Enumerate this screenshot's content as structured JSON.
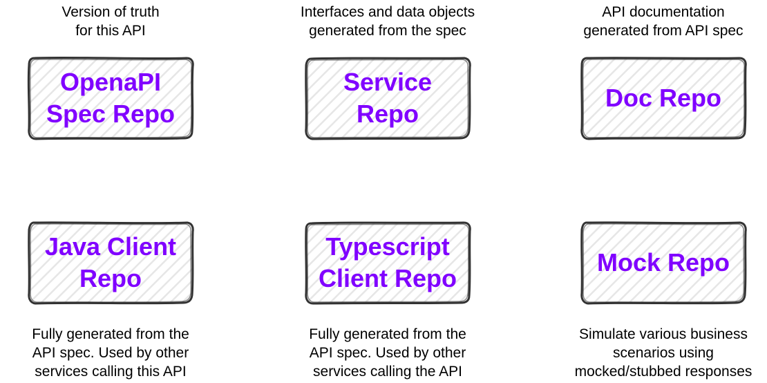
{
  "diagram": {
    "nodes": [
      {
        "id": "openapi",
        "label": "OpenaPI\nSpec Repo",
        "caption": "Version of truth\nfor this API",
        "caption_position": "above"
      },
      {
        "id": "service",
        "label": "Service\nRepo",
        "caption": "Interfaces and data objects\ngenerated from the spec",
        "caption_position": "above"
      },
      {
        "id": "doc",
        "label": "Doc Repo",
        "caption": "API documentation\ngenerated from API spec",
        "caption_position": "above"
      },
      {
        "id": "java",
        "label": "Java Client\nRepo",
        "caption": "Fully generated from the\nAPI spec. Used by other\nservices calling this API",
        "caption_position": "below"
      },
      {
        "id": "typescript",
        "label": "Typescript\nClient Repo",
        "caption": "Fully generated from the\nAPI spec. Used by other\nservices calling the API",
        "caption_position": "below"
      },
      {
        "id": "mock",
        "label": "Mock Repo",
        "caption": "Simulate various business\nscenarios using\nmocked/stubbed responses",
        "caption_position": "below"
      }
    ],
    "colors": {
      "label": "#8000ff",
      "border": "#333333",
      "hatch": "#e6e6e6",
      "caption": "#000000"
    }
  }
}
